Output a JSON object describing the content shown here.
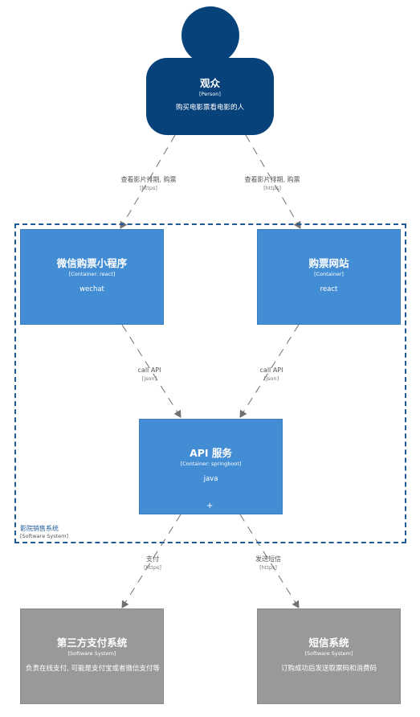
{
  "person": {
    "name": "观众",
    "type": "[Person]",
    "description": "购买电影票看电影的人"
  },
  "boundary": {
    "name": "影院销售系统",
    "type": "[Software System]"
  },
  "containers": {
    "wechat": {
      "name": "微信购票小程序",
      "type": "[Container: react]",
      "description": "wechat"
    },
    "website": {
      "name": "购票网站",
      "type": "[Container]",
      "description": "react"
    },
    "api": {
      "name": "API 服务",
      "type": "[Container: springboot]",
      "description": "java",
      "expand": "+"
    }
  },
  "external": {
    "payment": {
      "name": "第三方支付系统",
      "type": "[Software System]",
      "description": "负责在线支付, 可能是支付宝或者微信支付等"
    },
    "sms": {
      "name": "短信系统",
      "type": "[Software System]",
      "description": "订购成功后发送取票码和消费码"
    }
  },
  "edges": {
    "person_wechat": {
      "label": "查看影片排期, 购票",
      "tech": "[https]"
    },
    "person_website": {
      "label": "查看影片排期, 购票",
      "tech": "[https]"
    },
    "wechat_api": {
      "label": "call API",
      "tech": "[json]"
    },
    "website_api": {
      "label": "call API",
      "tech": "[json]"
    },
    "api_payment": {
      "label": "支付",
      "tech": "[https]"
    },
    "api_sms": {
      "label": "发送短信",
      "tech": "[https]"
    }
  },
  "colors": {
    "person": "#08427b",
    "container": "#438dd5",
    "external": "#999999",
    "boundary": "#1d5a96",
    "edge": "#707070"
  }
}
